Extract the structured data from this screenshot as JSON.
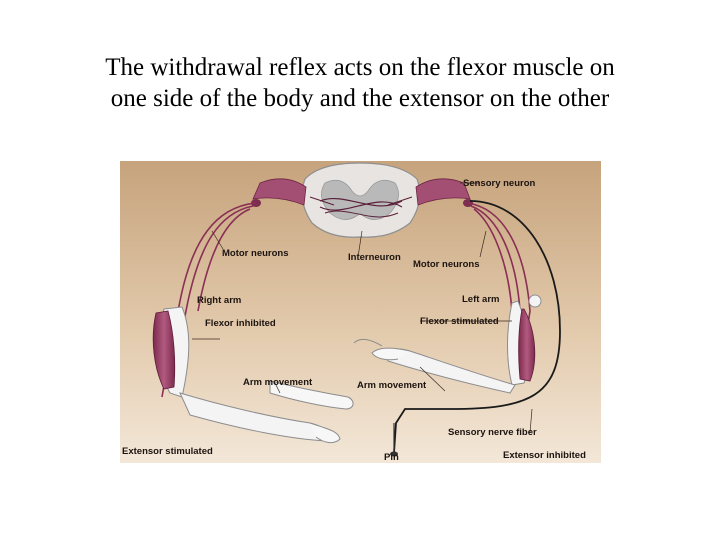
{
  "slide": {
    "title_line1": "The withdrawal reflex acts on the flexor muscle on",
    "title_line2": "one side of the body and the extensor on the other"
  },
  "figure": {
    "labels": {
      "sensory_neuron": "Sensory neuron",
      "motor_neurons_left": "Motor neurons",
      "interneuron": "Interneuron",
      "motor_neurons_right": "Motor neurons",
      "right_arm": "Right arm",
      "left_arm": "Left arm",
      "flexor_inhibited": "Flexor inhibited",
      "flexor_stimulated": "Flexor stimulated",
      "arm_movement_left": "Arm movement",
      "arm_movement_right": "Arm movement",
      "sensory_nerve_fiber": "Sensory nerve fiber",
      "extensor_stimulated": "Extensor stimulated",
      "pin": "Pin",
      "extensor_inhibited": "Extensor inhibited"
    },
    "colors": {
      "background_top": "#c9a882",
      "background_bottom": "#efe0cd",
      "neuron": "#8a2f55",
      "muscle": "#a34f73",
      "spinal_cord_gray": "#bdbdbd",
      "sensory_fiber": "#1a1a1a"
    }
  }
}
